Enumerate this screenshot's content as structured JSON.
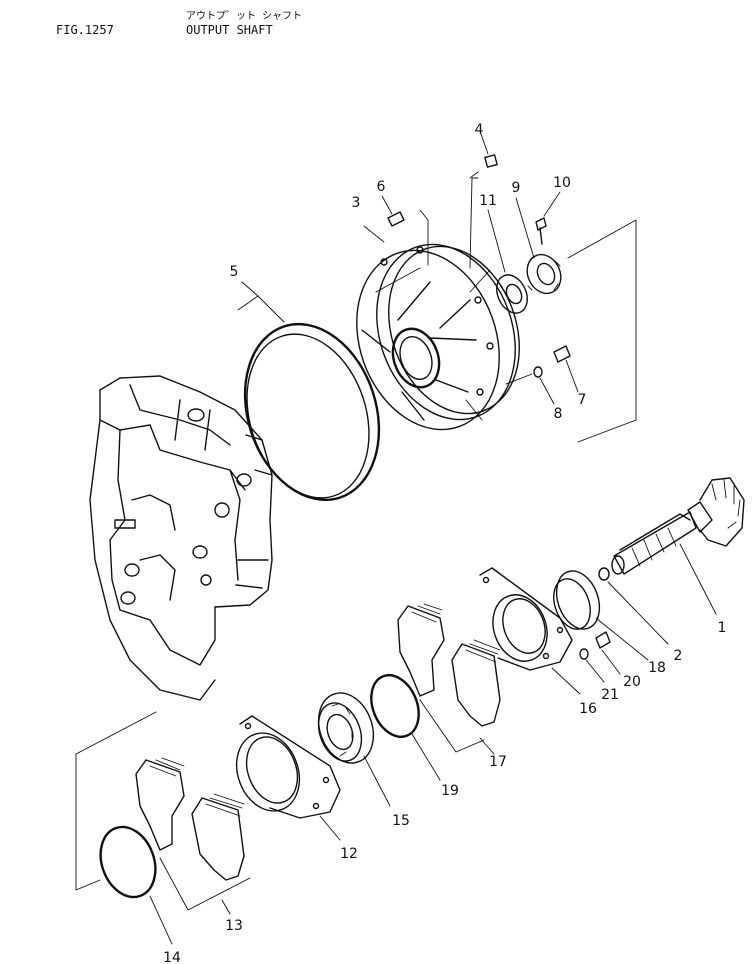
{
  "header": {
    "fig": "FIG.1257",
    "title_jp": "アウトプ゛ット シャフト",
    "title_en": "OUTPUT SHAFT"
  },
  "callouts": [
    "1",
    "2",
    "3",
    "4",
    "5",
    "6",
    "7",
    "8",
    "9",
    "10",
    "11",
    "12",
    "13",
    "14",
    "15",
    "16",
    "17",
    "18",
    "19",
    "20",
    "21"
  ]
}
